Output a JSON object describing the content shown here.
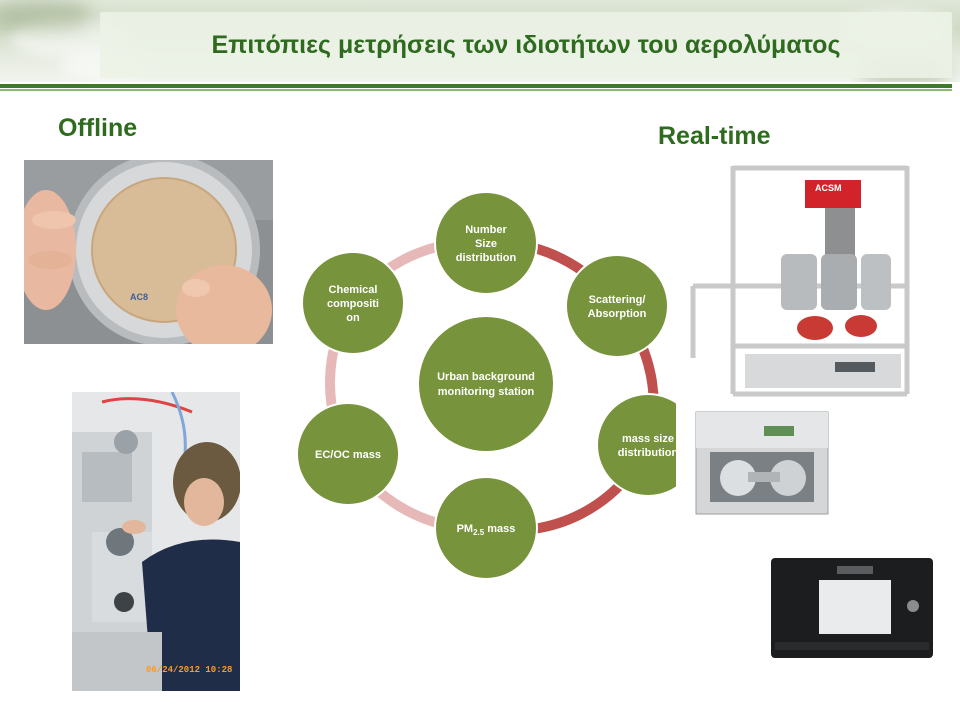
{
  "header": {
    "title": "Επιτόπιες μετρήσεις των ιδιοτήτων του αερολύματος"
  },
  "sections": {
    "offline": "Offline",
    "realtime": "Real-time"
  },
  "diagram": {
    "center": [
      "Urban background",
      "monitoring station"
    ],
    "nodes": [
      {
        "lines": [
          "Number",
          "Size",
          "distribution"
        ]
      },
      {
        "lines": [
          "Scattering/",
          "Absorption"
        ]
      },
      {
        "lines": [
          "mass size",
          "distribution"
        ]
      },
      {
        "lines": [
          "PM",
          "2.5",
          " mass"
        ]
      },
      {
        "lines": [
          "EC/OC mass"
        ]
      },
      {
        "lines": [
          "Chemical",
          "compositi",
          "on"
        ]
      }
    ],
    "colors": {
      "node": "#77933c",
      "ring_strong": "#c0504d",
      "ring_light": "#e6b9b8",
      "title": "#2e6b1f"
    }
  },
  "photos": {
    "lab_timestamp": "06/24/2012 10:28",
    "acsm_label": "ACSM"
  }
}
